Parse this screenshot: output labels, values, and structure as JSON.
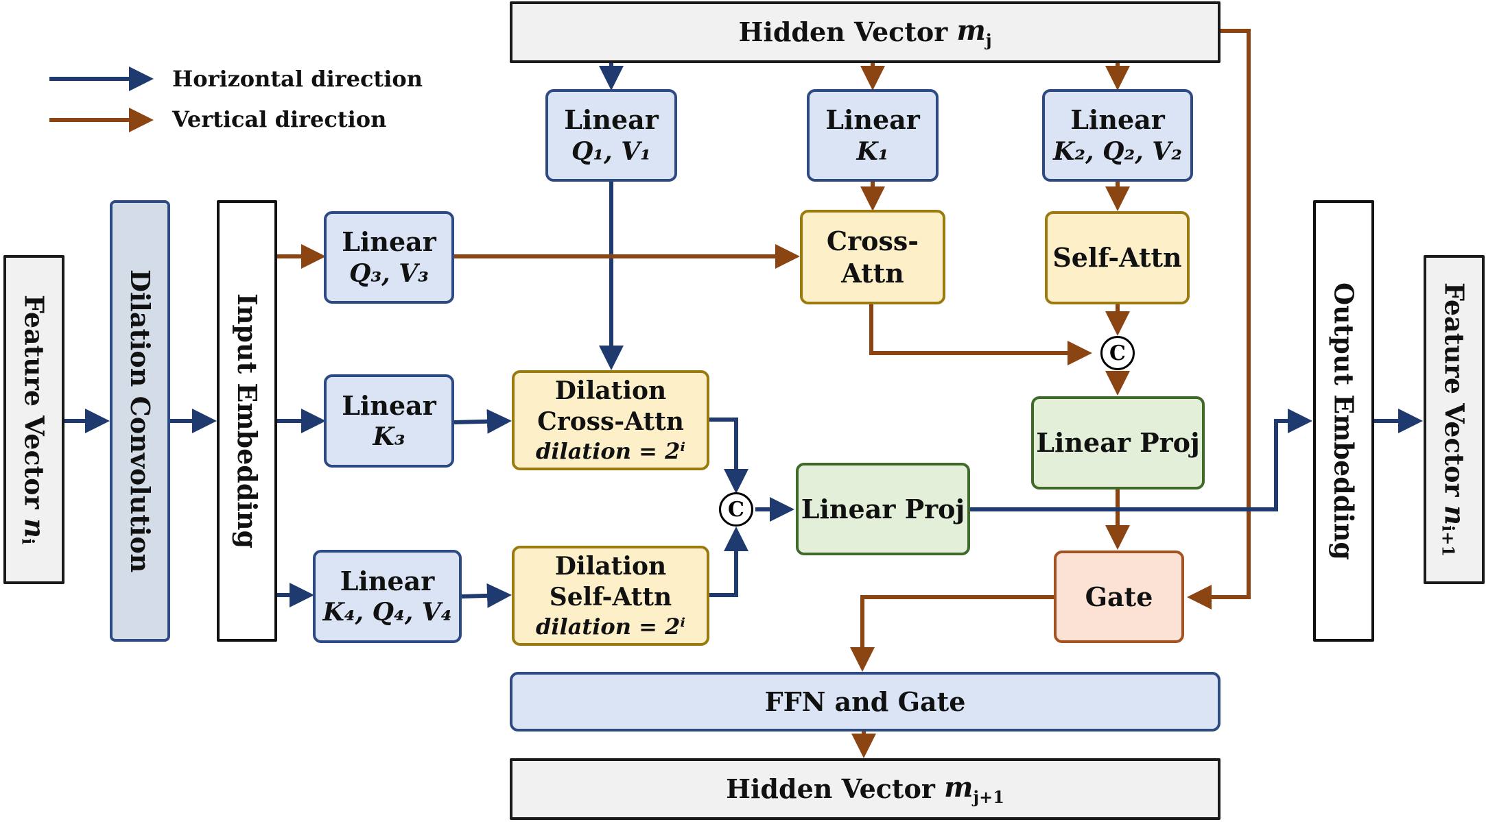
{
  "legend": {
    "horizontal": "Horizontal direction",
    "vertical": "Vertical direction"
  },
  "colors": {
    "horizontal_arrow": "#1f3a6e",
    "vertical_arrow": "#8b4513"
  },
  "nodes": {
    "hidden_top": {
      "label": "Hidden Vector ",
      "var": "m",
      "sub": "j"
    },
    "hidden_bottom": {
      "label": "Hidden Vector ",
      "var": "m",
      "sub": "j+1"
    },
    "feature_in": {
      "label": "Feature Vector ",
      "var": "n",
      "sub": "i"
    },
    "feature_out": {
      "label": "Feature Vector ",
      "var": "n",
      "sub": "i+1"
    },
    "dilation_conv": {
      "label": "Dilation Convolution"
    },
    "input_embedding": {
      "label": "Input Embedding"
    },
    "output_embedding": {
      "label": "Output Embedding"
    },
    "linear_q1v1": {
      "title": "Linear",
      "sym": "Q₁, V₁"
    },
    "linear_k1": {
      "title": "Linear",
      "sym": "K₁"
    },
    "linear_k2q2v2": {
      "title": "Linear",
      "sym": "K₂, Q₂, V₂"
    },
    "linear_q3v3": {
      "title": "Linear",
      "sym": "Q₃, V₃"
    },
    "linear_k3": {
      "title": "Linear",
      "sym": "K₃"
    },
    "linear_k4q4v4": {
      "title": "Linear",
      "sym": "K₄, Q₄, V₄"
    },
    "cross_attn": {
      "label": "Cross-Attn"
    },
    "self_attn": {
      "label": "Self-Attn"
    },
    "dilation_cross_attn": {
      "line1": "Dilation",
      "line2": "Cross-Attn",
      "line3": "dilation = 2ⁱ"
    },
    "dilation_self_attn": {
      "line1": "Dilation",
      "line2": "Self-Attn",
      "line3": "dilation = 2ⁱ"
    },
    "linear_proj_top": {
      "label": "Linear Proj"
    },
    "linear_proj_mid": {
      "label": "Linear Proj"
    },
    "gate": {
      "label": "Gate"
    },
    "ffn_gate": {
      "label": "FFN and Gate"
    },
    "concat_top": {
      "label": "C"
    },
    "concat_mid": {
      "label": "C"
    }
  }
}
